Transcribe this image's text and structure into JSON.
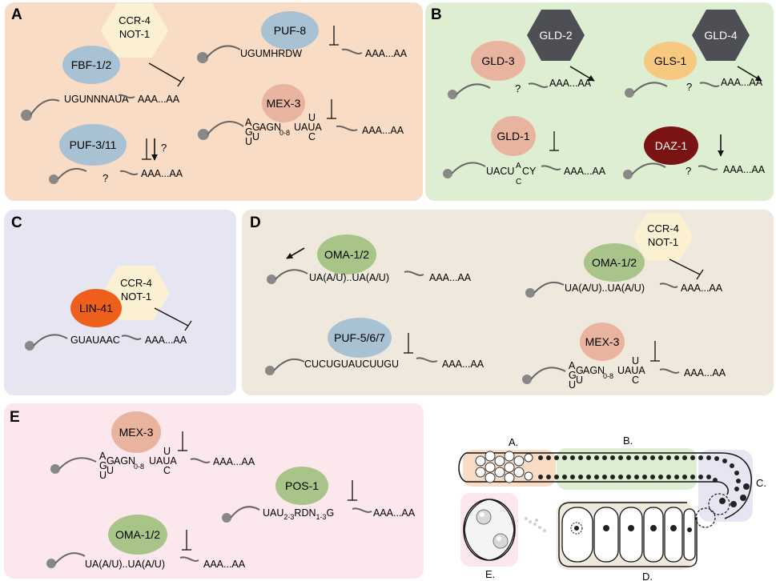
{
  "colors": {
    "panel_a": "#f9dcc6",
    "panel_b": "#deeed2",
    "panel_c": "#e6e6f3",
    "panel_d": "#efe9dd",
    "panel_e": "#fbe7ec",
    "blue_protein": "#a8c1d3",
    "salmon_protein": "#e8b4a0",
    "green_protein": "#a8c488",
    "hex_cream": "#fbf1d2",
    "hex_dark": "#4e4f54",
    "gls1": "#f7c880",
    "daz1": "#7a1414",
    "lin41": "#ee5f1c"
  },
  "poly_a": "AAA...AA",
  "panels": {
    "a": {
      "letter": "A",
      "ccr4": [
        "CCR-4",
        "NOT-1"
      ],
      "fbf": "FBF-1/2",
      "fbf_seq": "UGUNNNAUA",
      "puf8": "PUF-8",
      "puf8_seq": "UGUMHRDW",
      "mex3": "MEX-3",
      "puf3": "PUF-3/11",
      "question": "?"
    },
    "b": {
      "letter": "B",
      "gld2": "GLD-2",
      "gld3": "GLD-3",
      "gld4": "GLD-4",
      "gls1": "GLS-1",
      "gld1": "GLD-1",
      "gld1_seq_a": "UACU",
      "gld1_seq_b": "A",
      "gld1_seq_c": "C",
      "gld1_seq_d": "CY",
      "daz1": "DAZ-1",
      "question": "?"
    },
    "c": {
      "letter": "C",
      "ccr4": [
        "CCR-4",
        "NOT-1"
      ],
      "lin41": "LIN-41",
      "seq": "GUAUAAC"
    },
    "d": {
      "letter": "D",
      "oma": "OMA-1/2",
      "oma_seq": "UA(A/U)..UA(A/U)",
      "ccr4": [
        "CCR-4",
        "NOT-1"
      ],
      "puf5": "PUF-5/6/7",
      "puf5_seq": "CUCUGUAUCUUGU",
      "mex3": "MEX-3"
    },
    "e": {
      "letter": "E",
      "mex3": "MEX-3",
      "pos1": "POS-1",
      "pos1_seq": [
        "UAU",
        "2-3",
        "RDN",
        "1-3",
        "G"
      ],
      "oma": "OMA-1/2",
      "oma_seq": "UA(A/U)..UA(A/U)"
    }
  },
  "mex3_motif": {
    "stem_left": [
      "A",
      "G",
      "U"
    ],
    "stem_right": [
      "G",
      "U"
    ],
    "core": "AGN",
    "sub": "0-8",
    "loop_top": "U",
    "loop_mid": "UAUA",
    "loop_bottom": "C"
  },
  "gonad": {
    "labels": [
      "A.",
      "B.",
      "C.",
      "D.",
      "E."
    ]
  }
}
